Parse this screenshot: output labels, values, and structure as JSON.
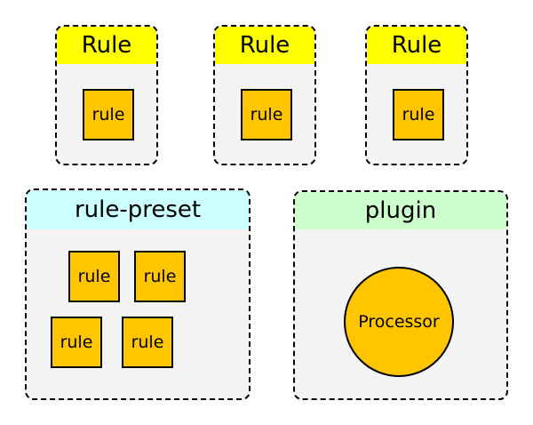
{
  "colors": {
    "rule_header": "#ffff00",
    "preset_header": "#ccffff",
    "plugin_header": "#ccffcc",
    "item_fill": "#ffc600",
    "group_fill": "#f4f4f4"
  },
  "rules": [
    {
      "title": "Rule",
      "item": "rule"
    },
    {
      "title": "Rule",
      "item": "rule"
    },
    {
      "title": "Rule",
      "item": "rule"
    }
  ],
  "rule_preset": {
    "title": "rule-preset",
    "items": [
      "rule",
      "rule",
      "rule",
      "rule"
    ]
  },
  "plugin": {
    "title": "plugin",
    "processor": "Processor"
  }
}
